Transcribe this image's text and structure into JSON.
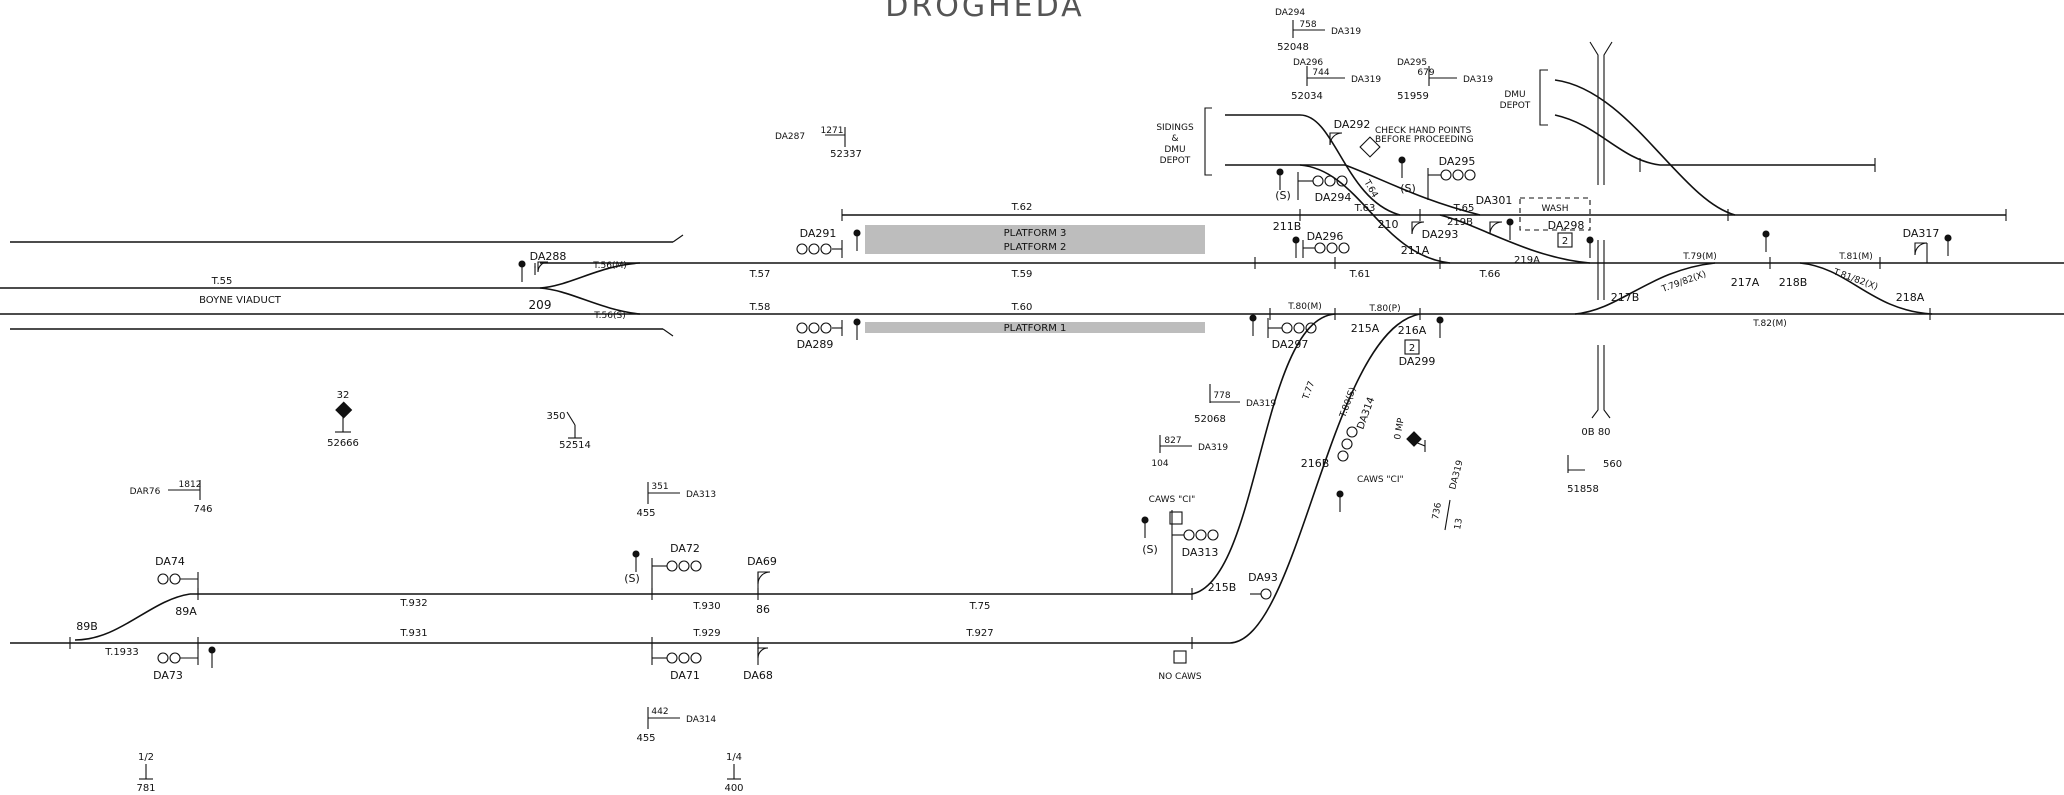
{
  "title": "DROGHEDA",
  "platforms": {
    "p3": "PLATFORM 3",
    "p2": "PLATFORM 2",
    "p1": "PLATFORM 1"
  },
  "areas": {
    "sidings": [
      "SIDINGS",
      "&",
      "DMU",
      "DEPOT"
    ],
    "dmu_depot": [
      "DMU",
      "DEPOT"
    ],
    "wash": "WASH",
    "viaduct": "BOYNE VIADUCT",
    "check_points": [
      "CHECK HAND POINTS",
      "BEFORE PROCEEDING"
    ],
    "caws_ci_1": "CAWS \"CI\"",
    "caws_ci_2": "CAWS \"CI\"",
    "no_caws": "NO CAWS",
    "mp": "0B  80"
  },
  "track_circuits": {
    "t55": "T.55",
    "t56m": "T.56(M)",
    "t56s": "T.56(S)",
    "t57": "T.57",
    "t58": "T.58",
    "t59": "T.59",
    "t60": "T.60",
    "t61": "T.61",
    "t62": "T.62",
    "t63": "T.63",
    "t64": "T.64",
    "t65": "T.65",
    "t66": "T.66",
    "t77": "T.77",
    "t79m": "T.79(M)",
    "t7982x": "T.79/82(X)",
    "t80m": "T.80(M)",
    "t80p": "T.80(P)",
    "t80s": "T.80(S)",
    "t81m": "T.81(M)",
    "t8182x": "T.81/82(X)",
    "t82m": "T.82(M)",
    "t75": "T.75",
    "t927": "T.927",
    "t929": "T.929",
    "t930": "T.930",
    "t931": "T.931",
    "t932": "T.932",
    "t1933": "T.1933"
  },
  "points": {
    "p209": "209",
    "p210": "210",
    "p211a": "211A",
    "p211b": "211B",
    "p215a": "215A",
    "p215b": "215B",
    "p216a": "216A",
    "p216b": "216B",
    "p217a": "217A",
    "p217b": "217B",
    "p218a": "218A",
    "p218b": "218B",
    "p219a": "219A",
    "p219b": "219B",
    "p86": "86",
    "p89a": "89A",
    "p89b": "89B"
  },
  "signals": {
    "da288": "DA288",
    "da291": "DA291",
    "da289": "DA289",
    "da292": "DA292",
    "da294": "DA294",
    "da295": "DA295",
    "da296": "DA296",
    "da293": "DA293",
    "da301": "DA301",
    "da298": "DA298",
    "da297": "DA297",
    "da299": "DA299",
    "da317": "DA317",
    "da314": "DA314",
    "da313": "DA313",
    "da93": "DA93",
    "da74": "DA74",
    "da73": "DA73",
    "da72": "DA72",
    "da71": "DA71",
    "da69": "DA69",
    "da68": "DA68",
    "s": "(S)",
    "box_2": "2"
  },
  "routes": {
    "r_da294_top": "DA294",
    "r758": "758",
    "r52048": "52048",
    "r_da296_top": "DA296",
    "r744": "744",
    "r52034": "52034",
    "r_da295_top": "DA295",
    "r679": "679",
    "r51959": "51959",
    "r_da287": "DA287",
    "r1271": "1271",
    "r52337": "52337",
    "r778": "778",
    "r52068": "52068",
    "r827": "827",
    "r104": "104",
    "r736": "736",
    "r13": "13",
    "r560": "560",
    "r51858": "51858",
    "r32": "32",
    "r52666": "52666",
    "r350": "350",
    "r52514": "52514",
    "r_dar76": "DAR76",
    "r1812": "1812",
    "r746": "746",
    "r351": "351",
    "r455a": "455",
    "r442": "442",
    "r455b": "455",
    "r12": "1/2",
    "r781": "781",
    "r14": "1/4",
    "r400": "400",
    "r0mp": "0 MP",
    "da319": "DA319",
    "da313_ref": "DA313",
    "da314_ref": "DA314"
  }
}
